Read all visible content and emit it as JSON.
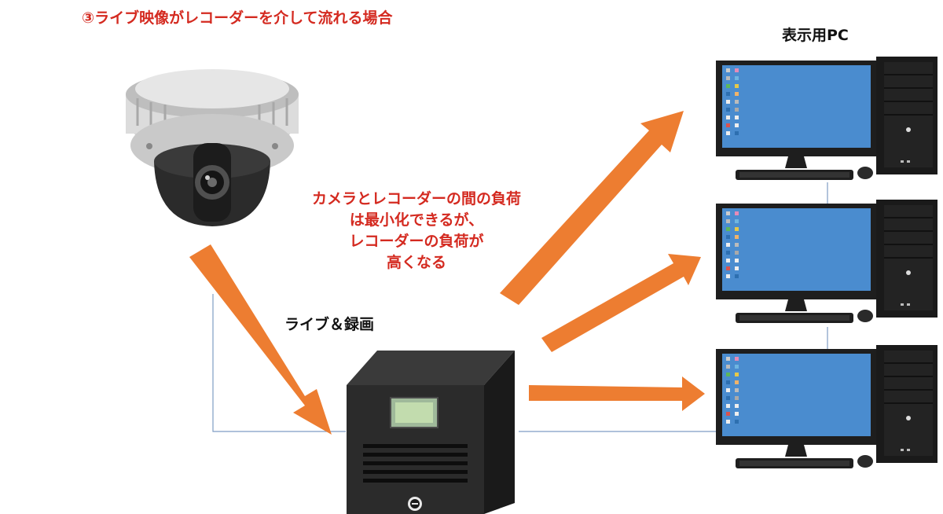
{
  "title": "③ライブ映像がレコーダーを介して流れる場合",
  "pc_label": "表示用PC",
  "recorder_label": "ライブ＆録画",
  "note_lines": [
    "カメラとレコーダーの間の負荷",
    "は最小化できるが、",
    "レコーダーの負荷が",
    "高くなる"
  ],
  "colors": {
    "accent_red": "#d42a20",
    "arrow_orange": "#ed7d31",
    "screen_blue": "#4a8ccf"
  },
  "icons": [
    "dome-camera-icon",
    "recorder-icon",
    "desktop-pc-icon"
  ]
}
